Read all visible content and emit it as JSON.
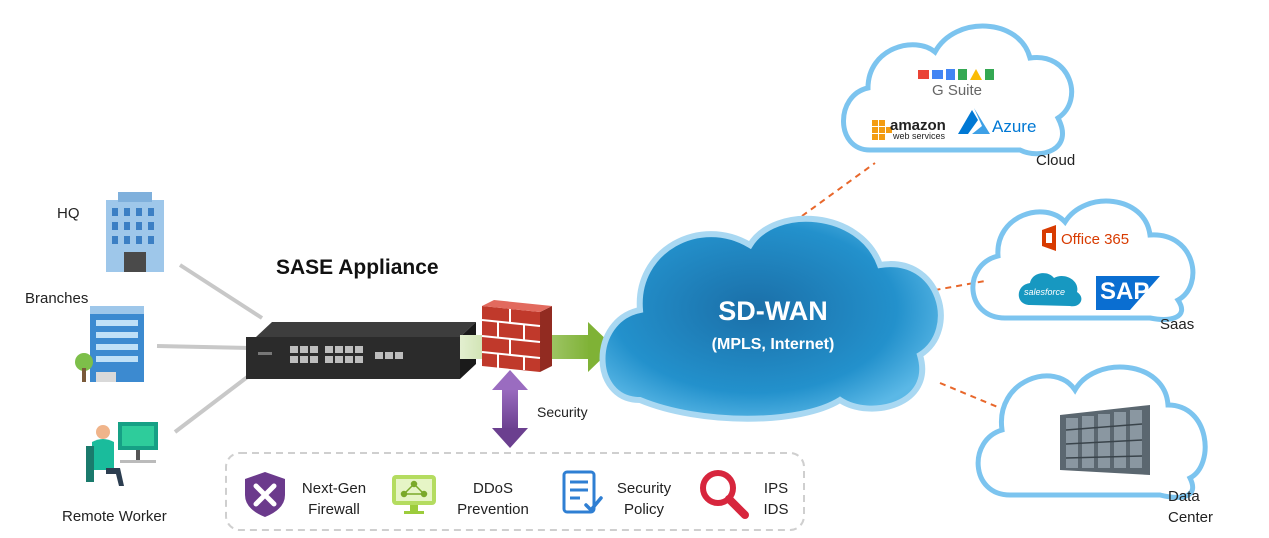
{
  "left_sites": {
    "hq": "HQ",
    "branches": "Branches",
    "remote_worker": "Remote Worker"
  },
  "appliance": {
    "title": "SASE Appliance"
  },
  "security": {
    "label": "Security"
  },
  "features": [
    {
      "line1": "Next-Gen",
      "line2": "Firewall",
      "icon": "shield-x-icon",
      "color": "#6b3a8c"
    },
    {
      "line1": "DDoS",
      "line2": "Prevention",
      "icon": "monitor-network-icon",
      "color": "#9ccc3c"
    },
    {
      "line1": "Security",
      "line2": "Policy",
      "icon": "policy-document-icon",
      "color": "#2f7fd3"
    },
    {
      "line1": "IPS",
      "line2": "IDS",
      "icon": "magnifier-icon",
      "color": "#d7263d"
    }
  ],
  "sdwan": {
    "title": "SD-WAN",
    "subtitle": "(MPLS, Internet)"
  },
  "clouds": {
    "cloud": {
      "label": "Cloud",
      "gsuite": "G Suite",
      "amazon": "amazon",
      "aws_sub": "web services",
      "azure": "Azure"
    },
    "saas": {
      "label": "Saas",
      "office": "Office 365",
      "salesforce": "salesforce",
      "sap": "SAP"
    },
    "datacenter": {
      "label_line1": "Data",
      "label_line2": "Center"
    }
  },
  "colors": {
    "cloud_outline": "#7cc4ef",
    "sdwan_fill": "#1f86c2",
    "dashed_link": "#e8672b",
    "arrow_green": "#8bbd3f",
    "arrow_purple": "#8a5ea8",
    "line_grey": "#c8c8c8"
  }
}
